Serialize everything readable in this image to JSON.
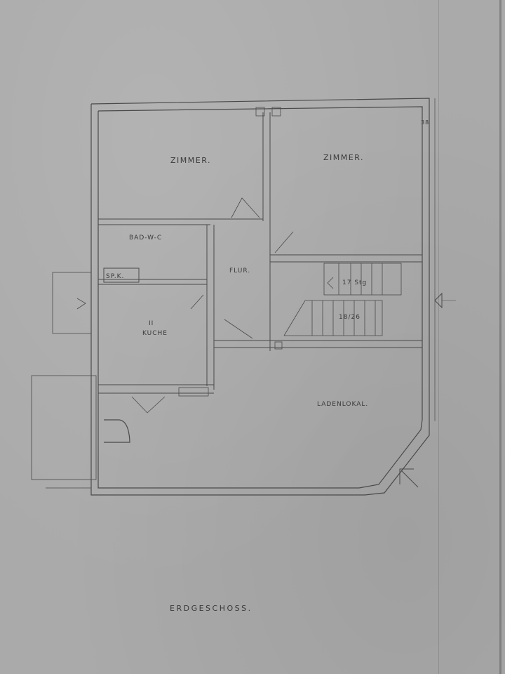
{
  "drawing": {
    "type": "floor plan (hand-drawn, pencil)",
    "title": "ERDGESCHOSS.",
    "colors": {
      "paper": "#aaaaaa",
      "line": "#4a4a4a",
      "text": "#3a3a3a"
    }
  },
  "rooms": {
    "zimmer_left": "ZIMMER.",
    "zimmer_right": "ZIMMER.",
    "bad_wc": "BAD-W-C",
    "sp_k": "SP.K.",
    "flur": "FLUR.",
    "kuche": "KUCHE",
    "ladenlokal": "LADENLOKAL."
  },
  "annotations": {
    "stairs_upper": "17 Stg",
    "stairs_lower": "18/26",
    "dimension_corner": "38",
    "kuche_mark": "II"
  }
}
